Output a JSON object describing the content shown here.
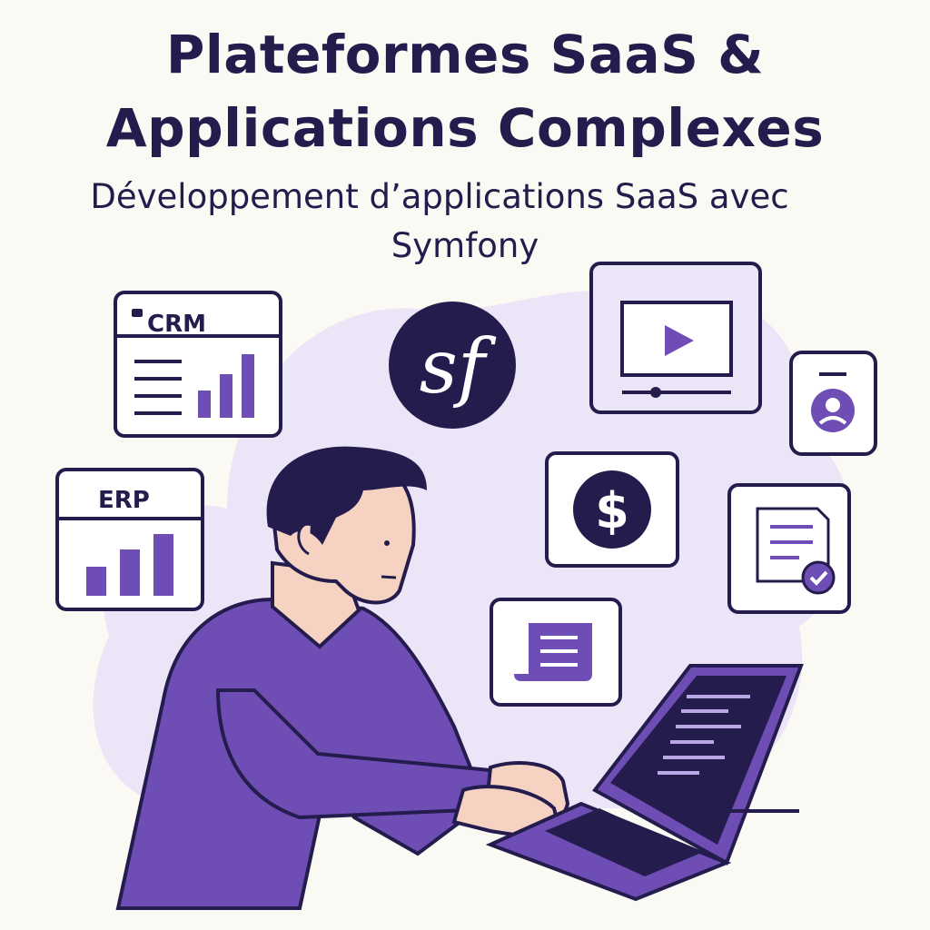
{
  "title": {
    "line1": "Plateformes SaaS &",
    "line2": "Applications Complexes"
  },
  "subtitle": {
    "line1": "Développement d’applications SaaS avec",
    "line2": "Symfony"
  },
  "cards": {
    "crm_label": "CRM",
    "erp_label": "ERP"
  },
  "colors": {
    "ink": "#231c4d",
    "purple": "#6e4db5",
    "lavender": "#ebe5f7",
    "background": "#fbf9f3",
    "skin": "#f6d2c2"
  },
  "icons": [
    "symfony-logo-icon",
    "video-player-icon",
    "user-badge-icon",
    "dollar-coin-icon",
    "document-check-icon",
    "note-scroll-icon"
  ]
}
